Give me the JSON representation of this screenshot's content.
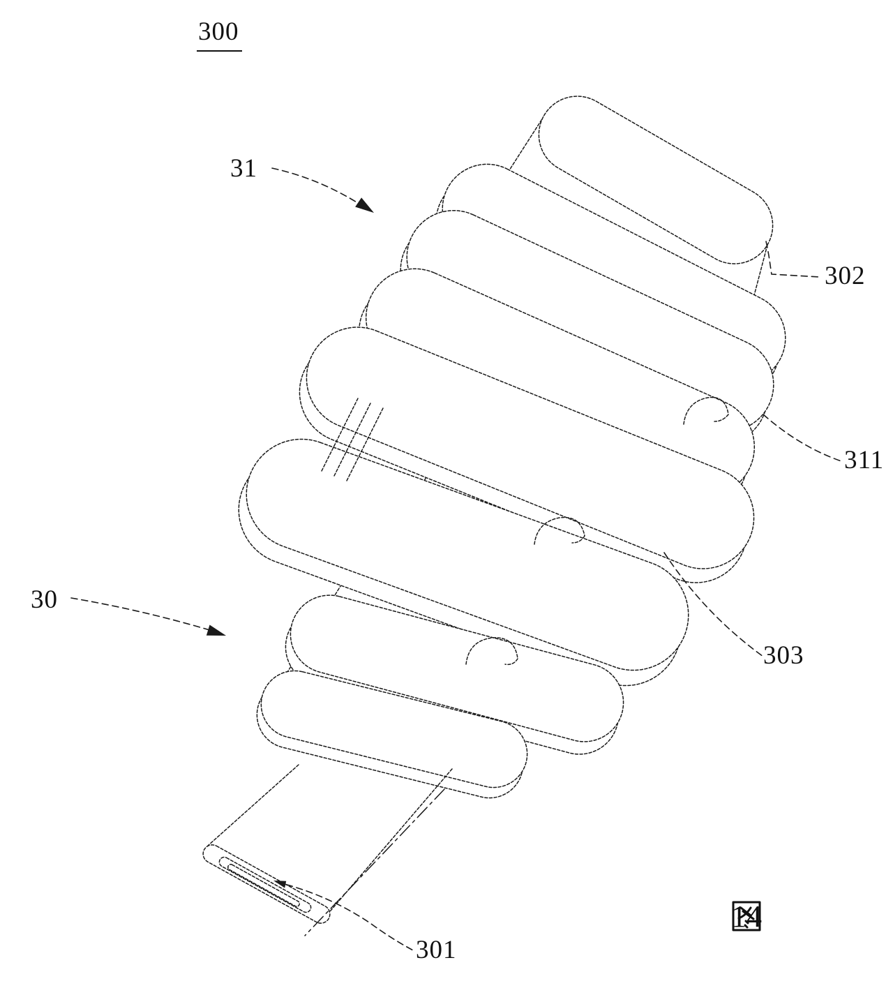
{
  "colors": {
    "ink": "#1a1a1a",
    "paper": "#ffffff"
  },
  "reference_labels": {
    "assembly": "300",
    "thread_section": "31",
    "head": "302",
    "thread_flange": "311",
    "body": "30",
    "notch": "303",
    "tip": "301"
  },
  "caption": {
    "text": "图 14",
    "figure_word": "图",
    "figure_number": "14"
  }
}
